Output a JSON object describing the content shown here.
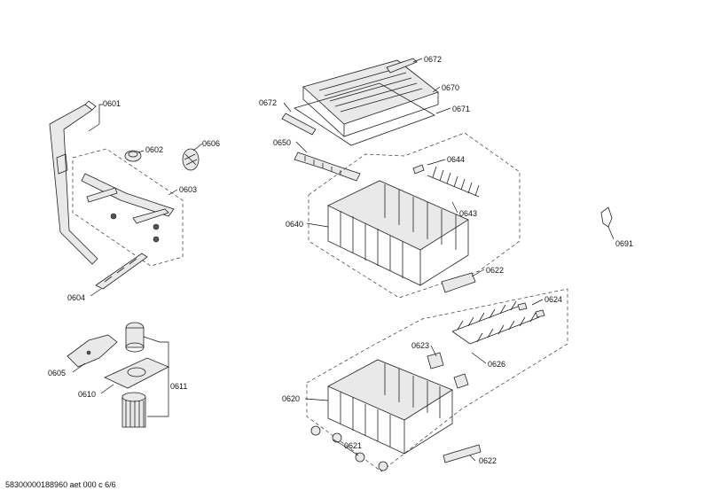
{
  "footer": {
    "document_code": "58300000188960 aet 000 c 6/6"
  },
  "parts": {
    "p0601": "0601",
    "p0602": "0602",
    "p0606": "0606",
    "p0603": "0603",
    "p0604": "0604",
    "p0605": "0605",
    "p0610": "0610",
    "p0611": "0611",
    "p0672a": "0672",
    "p0670": "0670",
    "p0671": "0671",
    "p0672b": "0672",
    "p0650": "0650",
    "p0644": "0644",
    "p0643": "0643",
    "p0640": "0640",
    "p0622a": "0622",
    "p0624": "0624",
    "p0623": "0623",
    "p0626": "0626",
    "p0620": "0620",
    "p0621": "0621",
    "p0622b": "0622",
    "p0691": "0691"
  }
}
